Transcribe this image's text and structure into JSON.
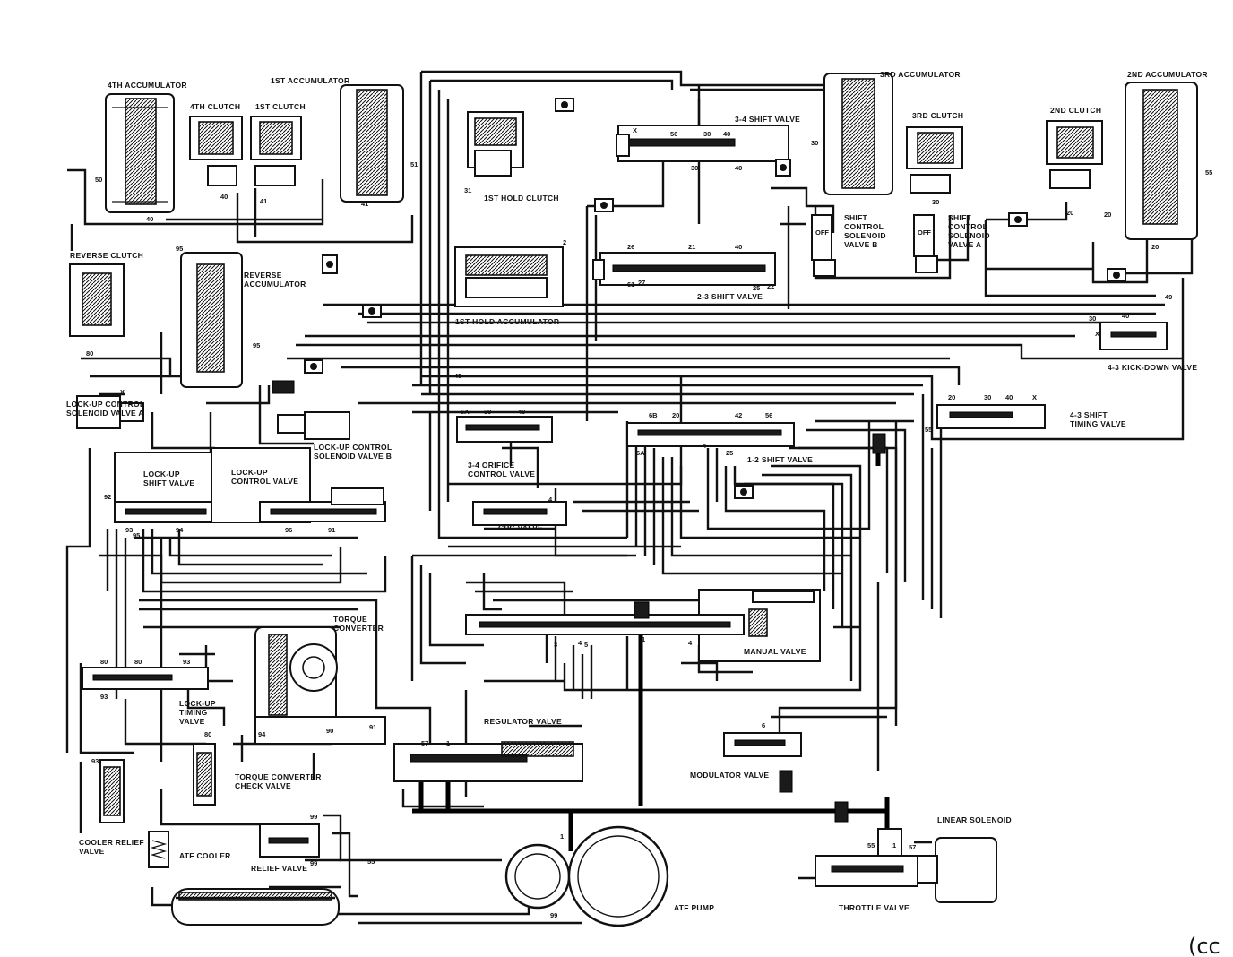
{
  "labels": {
    "acc4": "4TH ACCUMULATOR",
    "acc1": "1ST ACCUMULATOR",
    "acc3": "3RD ACCUMULATOR",
    "acc2": "2ND ACCUMULATOR",
    "clutch4": "4TH CLUTCH",
    "clutch1": "1ST CLUTCH",
    "clutch3": "3RD CLUTCH",
    "clutch2": "2ND CLUTCH",
    "hold1": "1ST HOLD CLUTCH",
    "shift34": "3-4 SHIFT VALVE",
    "shift23": "2-3 SHIFT VALVE",
    "shift12": "1-2 SHIFT VALVE",
    "scs_b_1": "SHIFT",
    "scs_b_2": "CONTROL",
    "scs_b_3": "SOLENOID",
    "scs_b_4": "VALVE B",
    "scs_a_1": "SHIFT",
    "scs_a_2": "CONTROL",
    "scs_a_3": "SOLENOID",
    "scs_a_4": "VALVE A",
    "off": "OFF",
    "rev_clutch": "REVERSE CLUTCH",
    "rev_acc_1": "REVERSE",
    "rev_acc_2": "ACCUMULATOR",
    "hold_acc": "1ST HOLD ACCUMULATOR",
    "kickdown": "4-3 KICK-DOWN VALVE",
    "timing43_1": "4-3 SHIFT",
    "timing43_2": "TIMING VALVE",
    "luc_a_1": "LOCK-UP CONTROL",
    "luc_a_2": "SOLENOID VALVE A",
    "luc_b_1": "LOCK-UP CONTROL",
    "luc_b_2": "SOLENOID VALVE B",
    "lu_shift_1": "LOCK-UP",
    "lu_shift_2": "SHIFT VALVE",
    "lu_ctrl_1": "LOCK-UP",
    "lu_ctrl_2": "CONTROL VALVE",
    "orifice_1": "3-4 ORIFICE",
    "orifice_2": "CONTROL VALVE",
    "cpc": "CPC VALVE",
    "tc_1": "TORQUE",
    "tc_2": "CONVERTER",
    "manual": "MANUAL VALVE",
    "lu_timing_1": "LOCK-UP",
    "lu_timing_2": "TIMING",
    "lu_timing_3": "VALVE",
    "regulator": "REGULATOR VALVE",
    "modulator": "MODULATOR VALVE",
    "tc_check_1": "TORQUE CONVERTER",
    "tc_check_2": "CHECK VALVE",
    "cooler_relief_1": "COOLER RELIEF",
    "cooler_relief_2": "VALVE",
    "atf_cooler": "ATF COOLER",
    "relief": "RELIEF VALVE",
    "linear": "LINEAR SOLENOID",
    "atf_pump": "ATF PUMP",
    "throttle": "THROTTLE VALVE",
    "corner": "(cc"
  },
  "ports": {
    "p50": "50",
    "p40": "40",
    "p41": "41",
    "p30": "30",
    "p20": "20",
    "p51": "51",
    "p55": "55",
    "p31": "31",
    "p56": "56",
    "p57": "57",
    "p1": "1",
    "p2": "2",
    "p4": "4",
    "p5": "5",
    "p6": "6",
    "p80": "80",
    "p93": "93",
    "p99": "99",
    "p95": "95",
    "p92": "92",
    "p94": "94",
    "p90": "90",
    "p91": "91",
    "p96": "96",
    "p61": "61",
    "p3": "3",
    "x": "X",
    "p6a": "6A",
    "p6b": "6B",
    "p26": "26",
    "p27": "27",
    "p21": "21",
    "p42": "42",
    "p22": "22",
    "p25": "25",
    "p45": "45",
    "p49": "49"
  }
}
